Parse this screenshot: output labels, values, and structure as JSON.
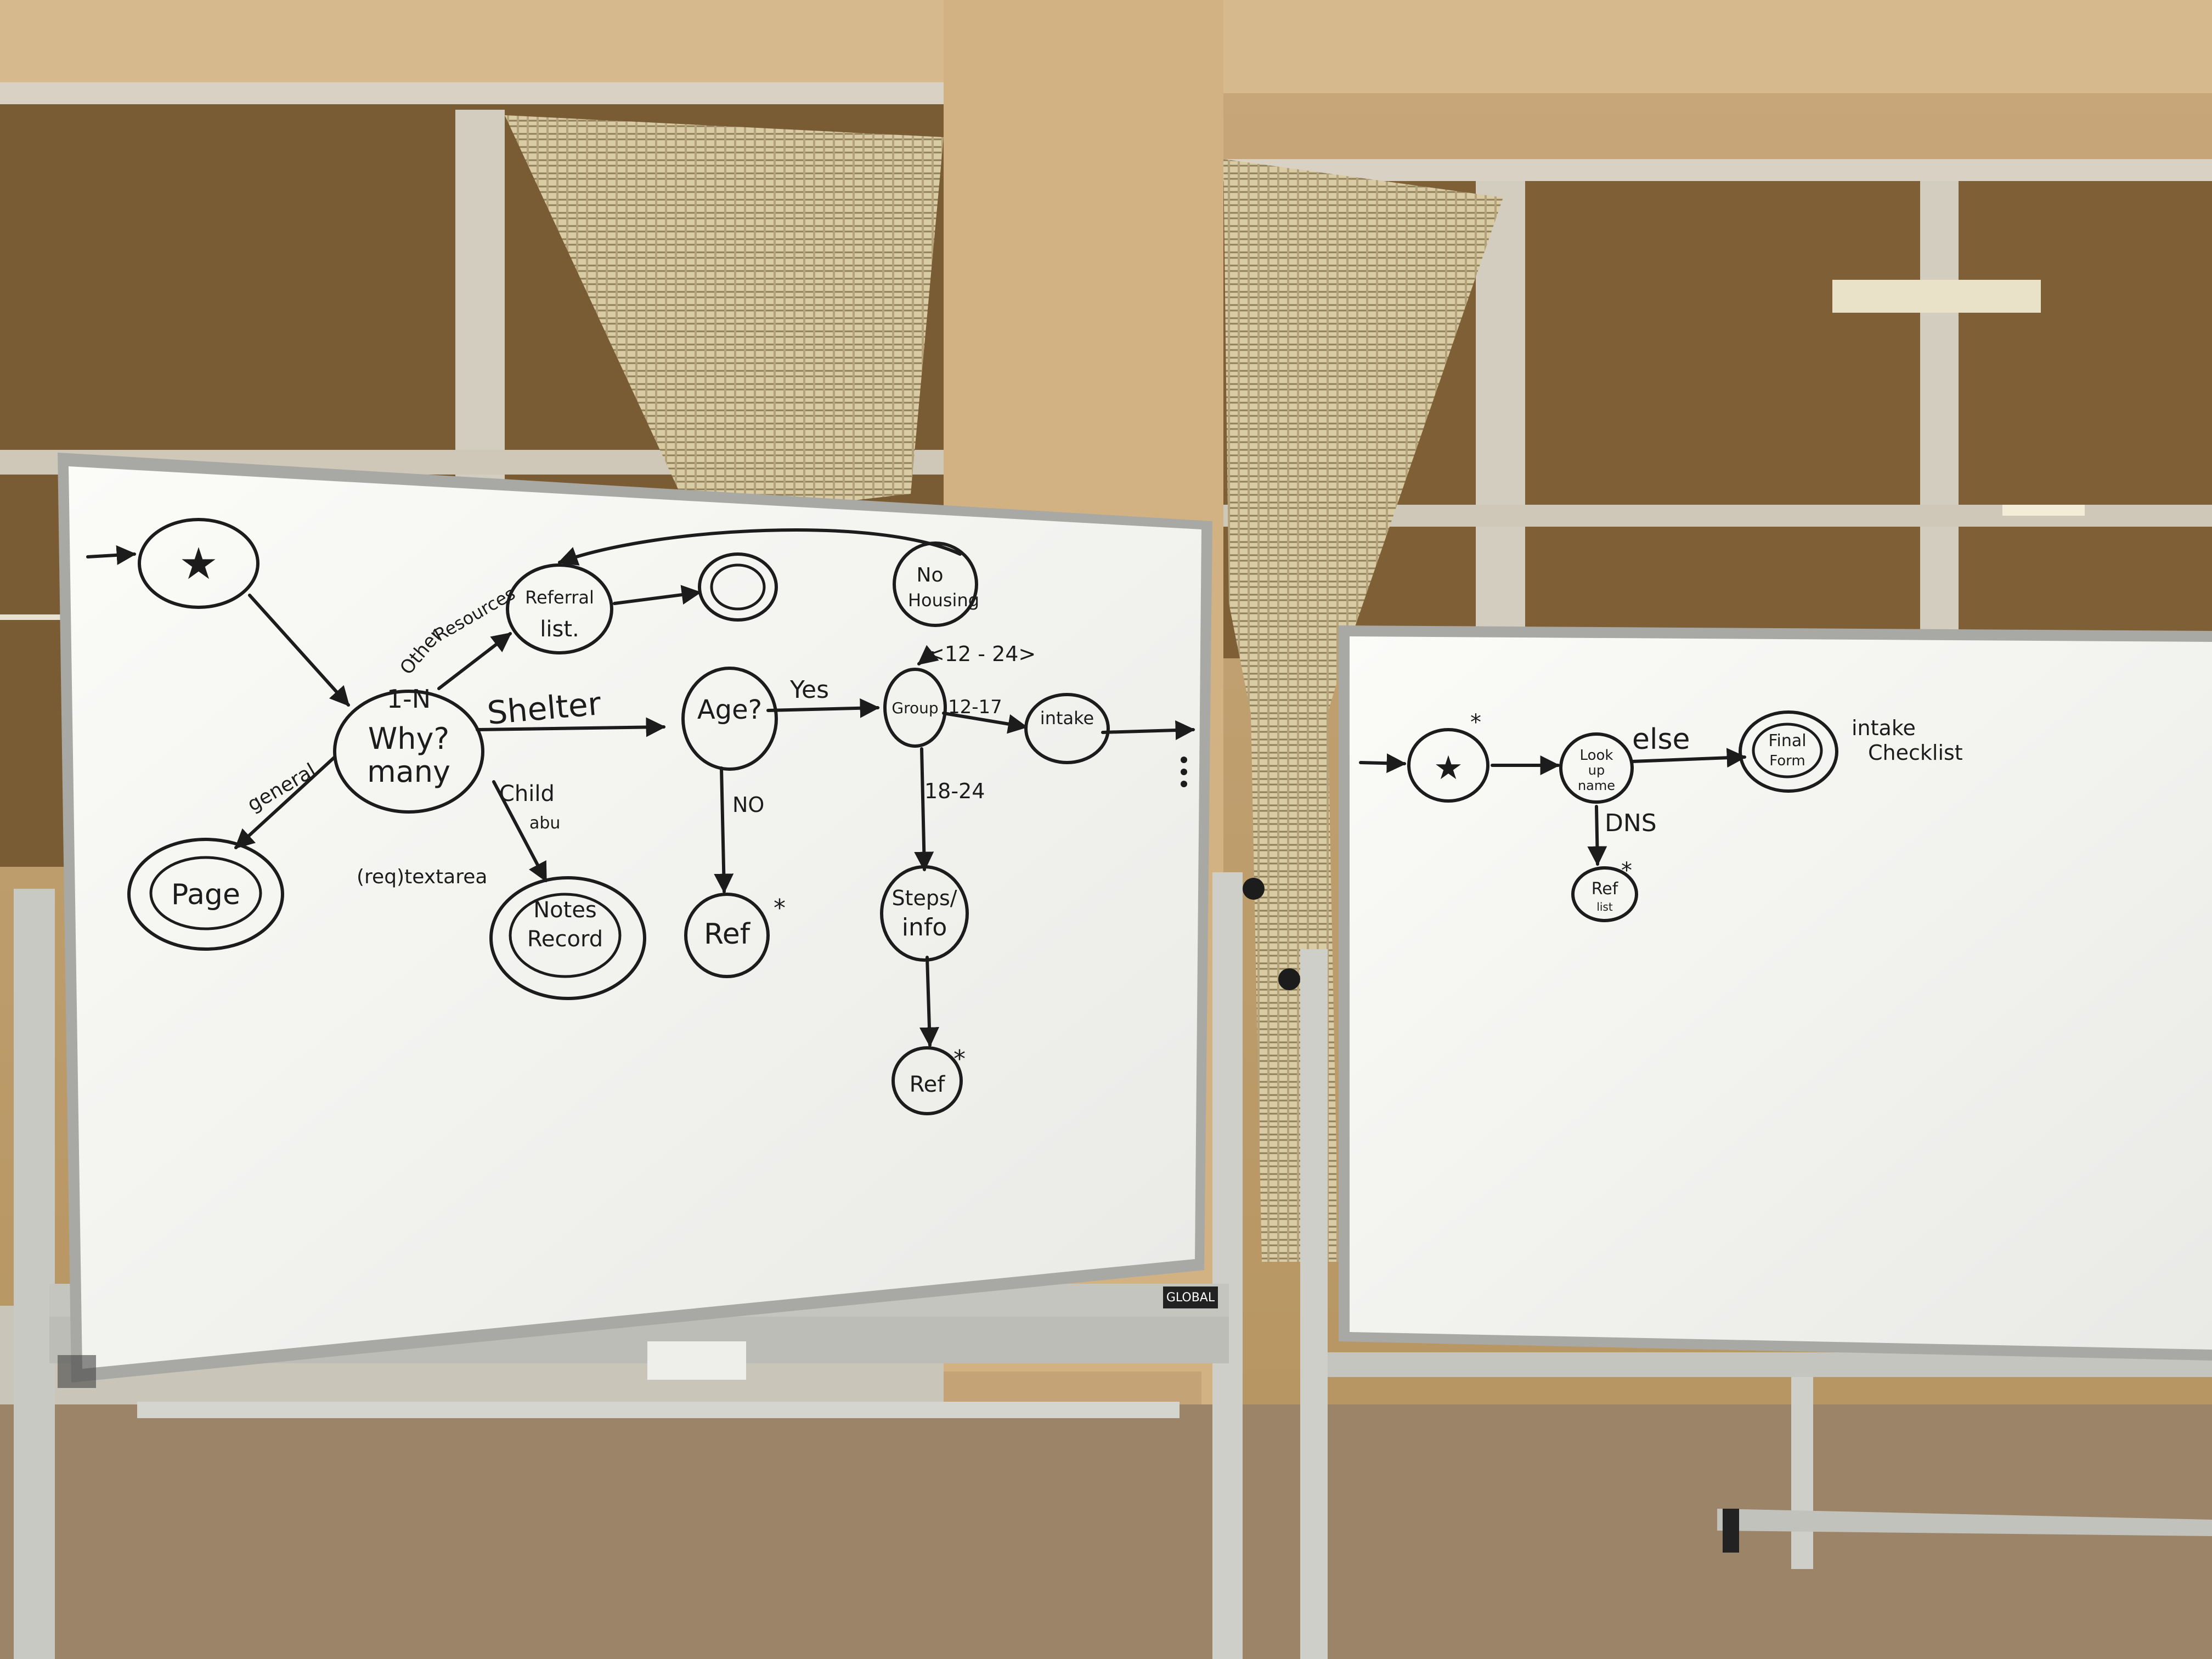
{
  "scene": {
    "description_colors": {
      "wall": "#c9a97a",
      "window_glass": "#8a6a3e",
      "board_surface": "#f4f4f2",
      "board_frame": "#b8b8b8",
      "marker_ink": "#1c1c1c",
      "carpet": "#9c8468",
      "curtain": "#d8c9a0"
    }
  },
  "left_board": {
    "start_star": "★",
    "nodes": {
      "one_n": "1-N",
      "why": "Why?",
      "many": "many",
      "referral_1": "Referral",
      "referral_2": "list.",
      "no_housing_1": "No",
      "no_housing_2": "Housing",
      "age": "Age?",
      "group": "Group",
      "intake": "intake",
      "page": "Page",
      "notes_1": "Notes",
      "notes_2": "Record",
      "ref_left": "Ref",
      "steps_1": "Steps/",
      "steps_2": "info",
      "ref_bottom": "Ref"
    },
    "edges": {
      "other": "Other",
      "resources": "Resources",
      "shelter": "Shelter",
      "yes": "Yes",
      "no": "NO",
      "general": "general",
      "child": "Child",
      "abuse": "abu",
      "req_textarea": "(req)textarea",
      "lt_12_24": "<12 - 24>",
      "range_12_17": "12-17",
      "range_18_24": "18-24"
    },
    "asterisk": "*",
    "brand": "GLOBAL"
  },
  "right_board": {
    "start_star": "★",
    "nodes": {
      "lookup_1": "Look",
      "lookup_2": "up",
      "lookup_3": "name",
      "final_1": "Final",
      "final_2": "Form",
      "ref_1": "Ref",
      "ref_2": "list"
    },
    "edges": {
      "else": "else",
      "dns": "DNS"
    },
    "annotation_1": "intake",
    "annotation_2": "Checklist",
    "asterisk": "*"
  }
}
